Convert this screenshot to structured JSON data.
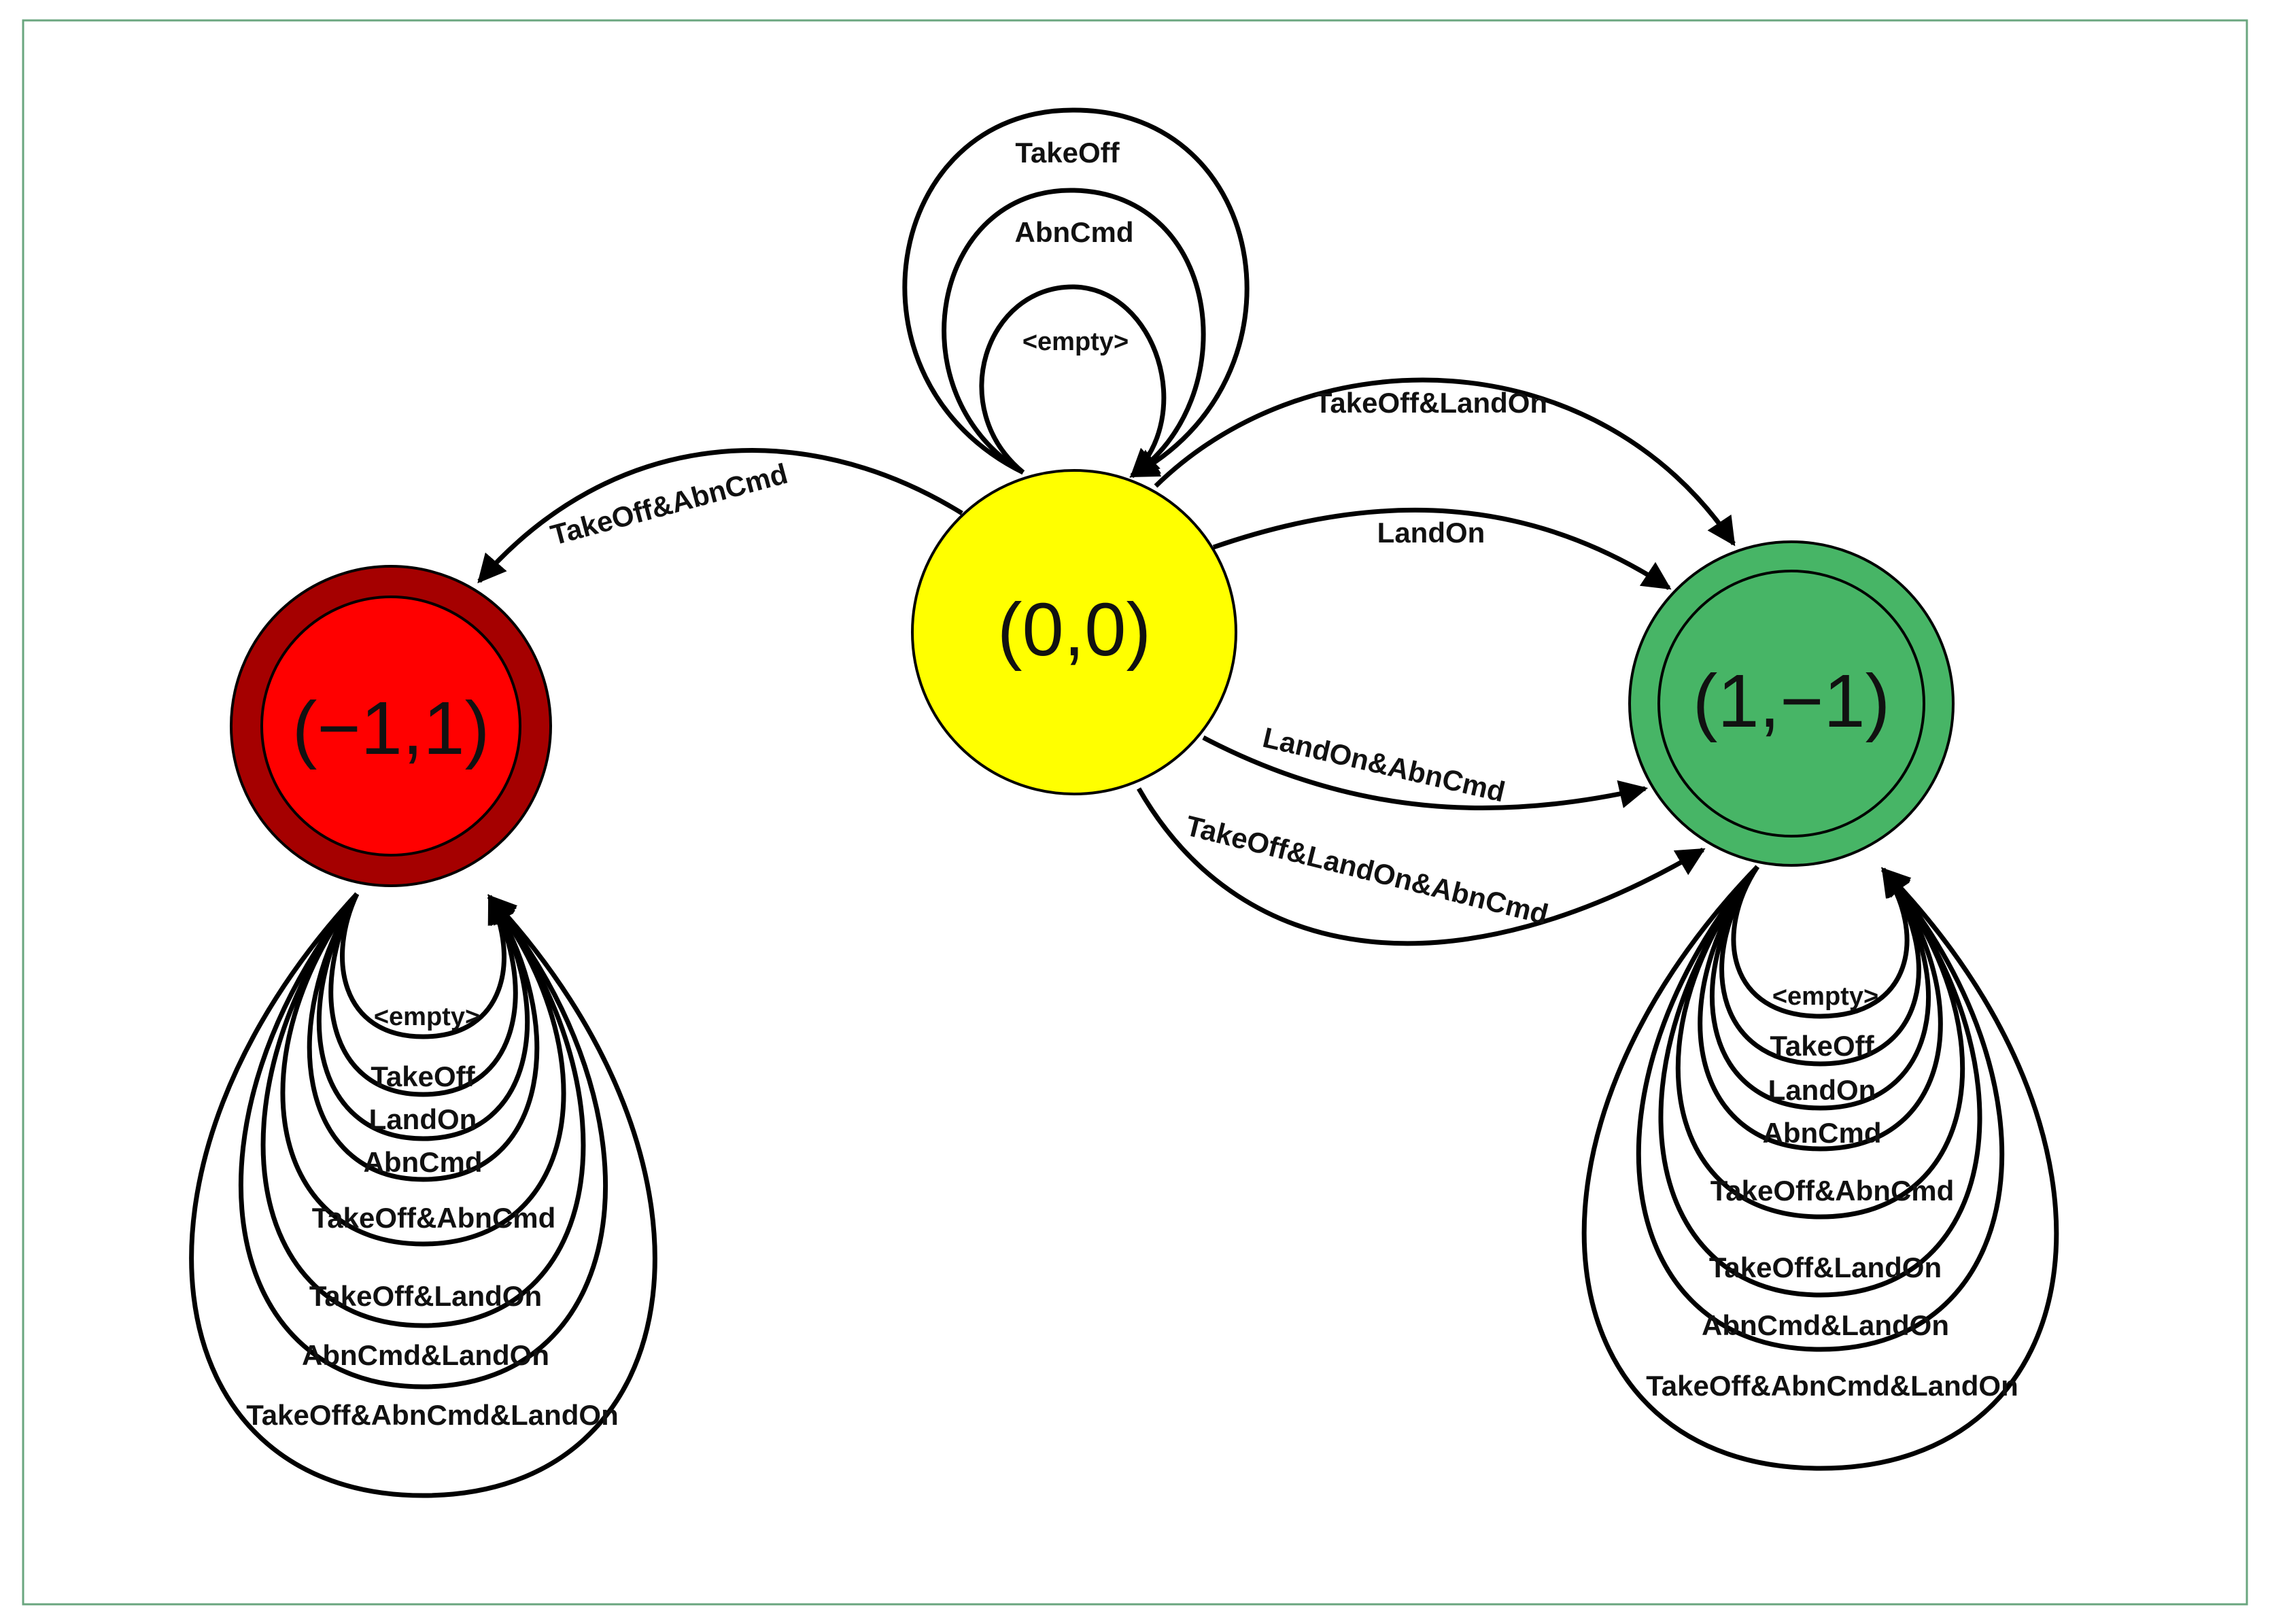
{
  "diagram": {
    "states": {
      "center": {
        "label": "(0,0)",
        "fill": "#ffff00"
      },
      "left": {
        "label": "(−1,1)",
        "fill": "#ff0000",
        "ring": "#a50000",
        "accepting": true
      },
      "right": {
        "label": "(1,−1)",
        "fill": "#47b566",
        "accepting": true
      }
    },
    "center_self_loops": [
      "TakeOff",
      "AbnCmd",
      "<empty>"
    ],
    "left_self_loops": [
      "<empty>",
      "TakeOff",
      "LandOn",
      "AbnCmd",
      "TakeOff&AbnCmd",
      "TakeOff&LandOn",
      "AbnCmd&LandOn",
      "TakeOff&AbnCmd&LandOn"
    ],
    "right_self_loops": [
      "<empty>",
      "TakeOff",
      "LandOn",
      "AbnCmd",
      "TakeOff&AbnCmd",
      "TakeOff&LandOn",
      "AbnCmd&LandOn",
      "TakeOff&AbnCmd&LandOn"
    ],
    "transitions": {
      "to_left": "TakeOff&AbnCmd",
      "to_right_top": "TakeOff&LandOn",
      "to_right_landon": "LandOn",
      "to_right_landon_abncmd": "LandOn&AbnCmd",
      "to_right_all": "TakeOff&LandOn&AbnCmd"
    }
  }
}
